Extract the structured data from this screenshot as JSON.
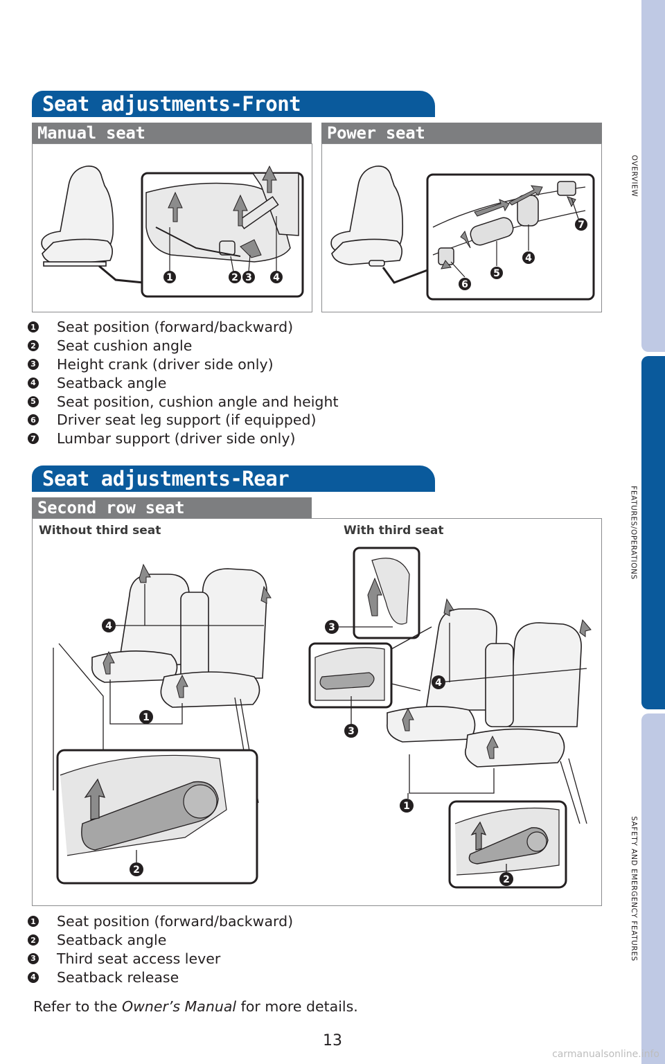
{
  "side_tabs": [
    "OVERVIEW",
    "FEATURES/OPERATIONS",
    "SAFETY AND EMERGENCY FEATURES"
  ],
  "front": {
    "title": "Seat adjustments-Front",
    "manual_label": "Manual seat",
    "power_label": "Power seat",
    "legend": [
      {
        "num": "1",
        "text": "Seat position (forward/backward)"
      },
      {
        "num": "2",
        "text": "Seat cushion angle"
      },
      {
        "num": "3",
        "text": "Height crank (driver side only)"
      },
      {
        "num": "4",
        "text": "Seatback angle"
      },
      {
        "num": "5",
        "text": "Seat position, cushion angle and height"
      },
      {
        "num": "6",
        "text": "Driver seat leg support (if equipped)"
      },
      {
        "num": "7",
        "text": "Lumbar support (driver side only)"
      }
    ]
  },
  "rear": {
    "title": "Seat adjustments-Rear",
    "second_row_label": "Second row seat",
    "without_third": "Without third seat",
    "with_third": "With third seat",
    "legend": [
      {
        "num": "1",
        "text": "Seat position (forward/backward)"
      },
      {
        "num": "2",
        "text": "Seatback angle"
      },
      {
        "num": "3",
        "text": "Third seat access lever"
      },
      {
        "num": "4",
        "text": "Seatback release"
      }
    ]
  },
  "refer": {
    "pre": "Refer to the ",
    "em": "Owner’s Manual",
    "post": " for more details."
  },
  "page_number": "13",
  "watermark": "carmanualsonline.info",
  "colors": {
    "brand_blue": "#0a5a9c",
    "sub_gray": "#7d7e80",
    "tab_light": "#bfc9e4"
  }
}
